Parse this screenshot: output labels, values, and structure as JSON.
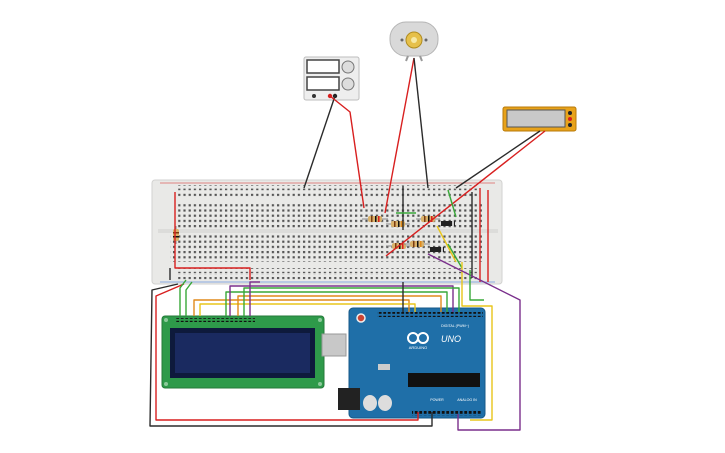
{
  "colors": {
    "breadboard": "#e9e9e7",
    "wire_red": "#d81f1f",
    "wire_black": "#2b2b2b",
    "wire_yellow": "#e8c51b",
    "wire_green": "#38a838",
    "wire_purple": "#7a2f8c",
    "wire_orange": "#e08a1c",
    "arduino_blue": "#1f6fa8",
    "lcd_green": "#2e9a4a",
    "lcd_screen": "#142455",
    "meter_frame": "#e8a21a"
  },
  "components": {
    "arduino": {
      "name": "Arduino Uno R3",
      "logo_text": "UNO",
      "brand_text": "ARDUINO",
      "digital_label": "DIGITAL (PWM~)",
      "power_label": "POWER",
      "analog_label": "ANALOG IN"
    },
    "lcd": {
      "name": "LCD 16 x 2"
    },
    "power_supply": {
      "name": "Power Supply"
    },
    "dc_motor": {
      "name": "DC Motor"
    },
    "multimeter": {
      "name": "Multimeter"
    },
    "breadboard": {
      "name": "Breadboard"
    }
  }
}
